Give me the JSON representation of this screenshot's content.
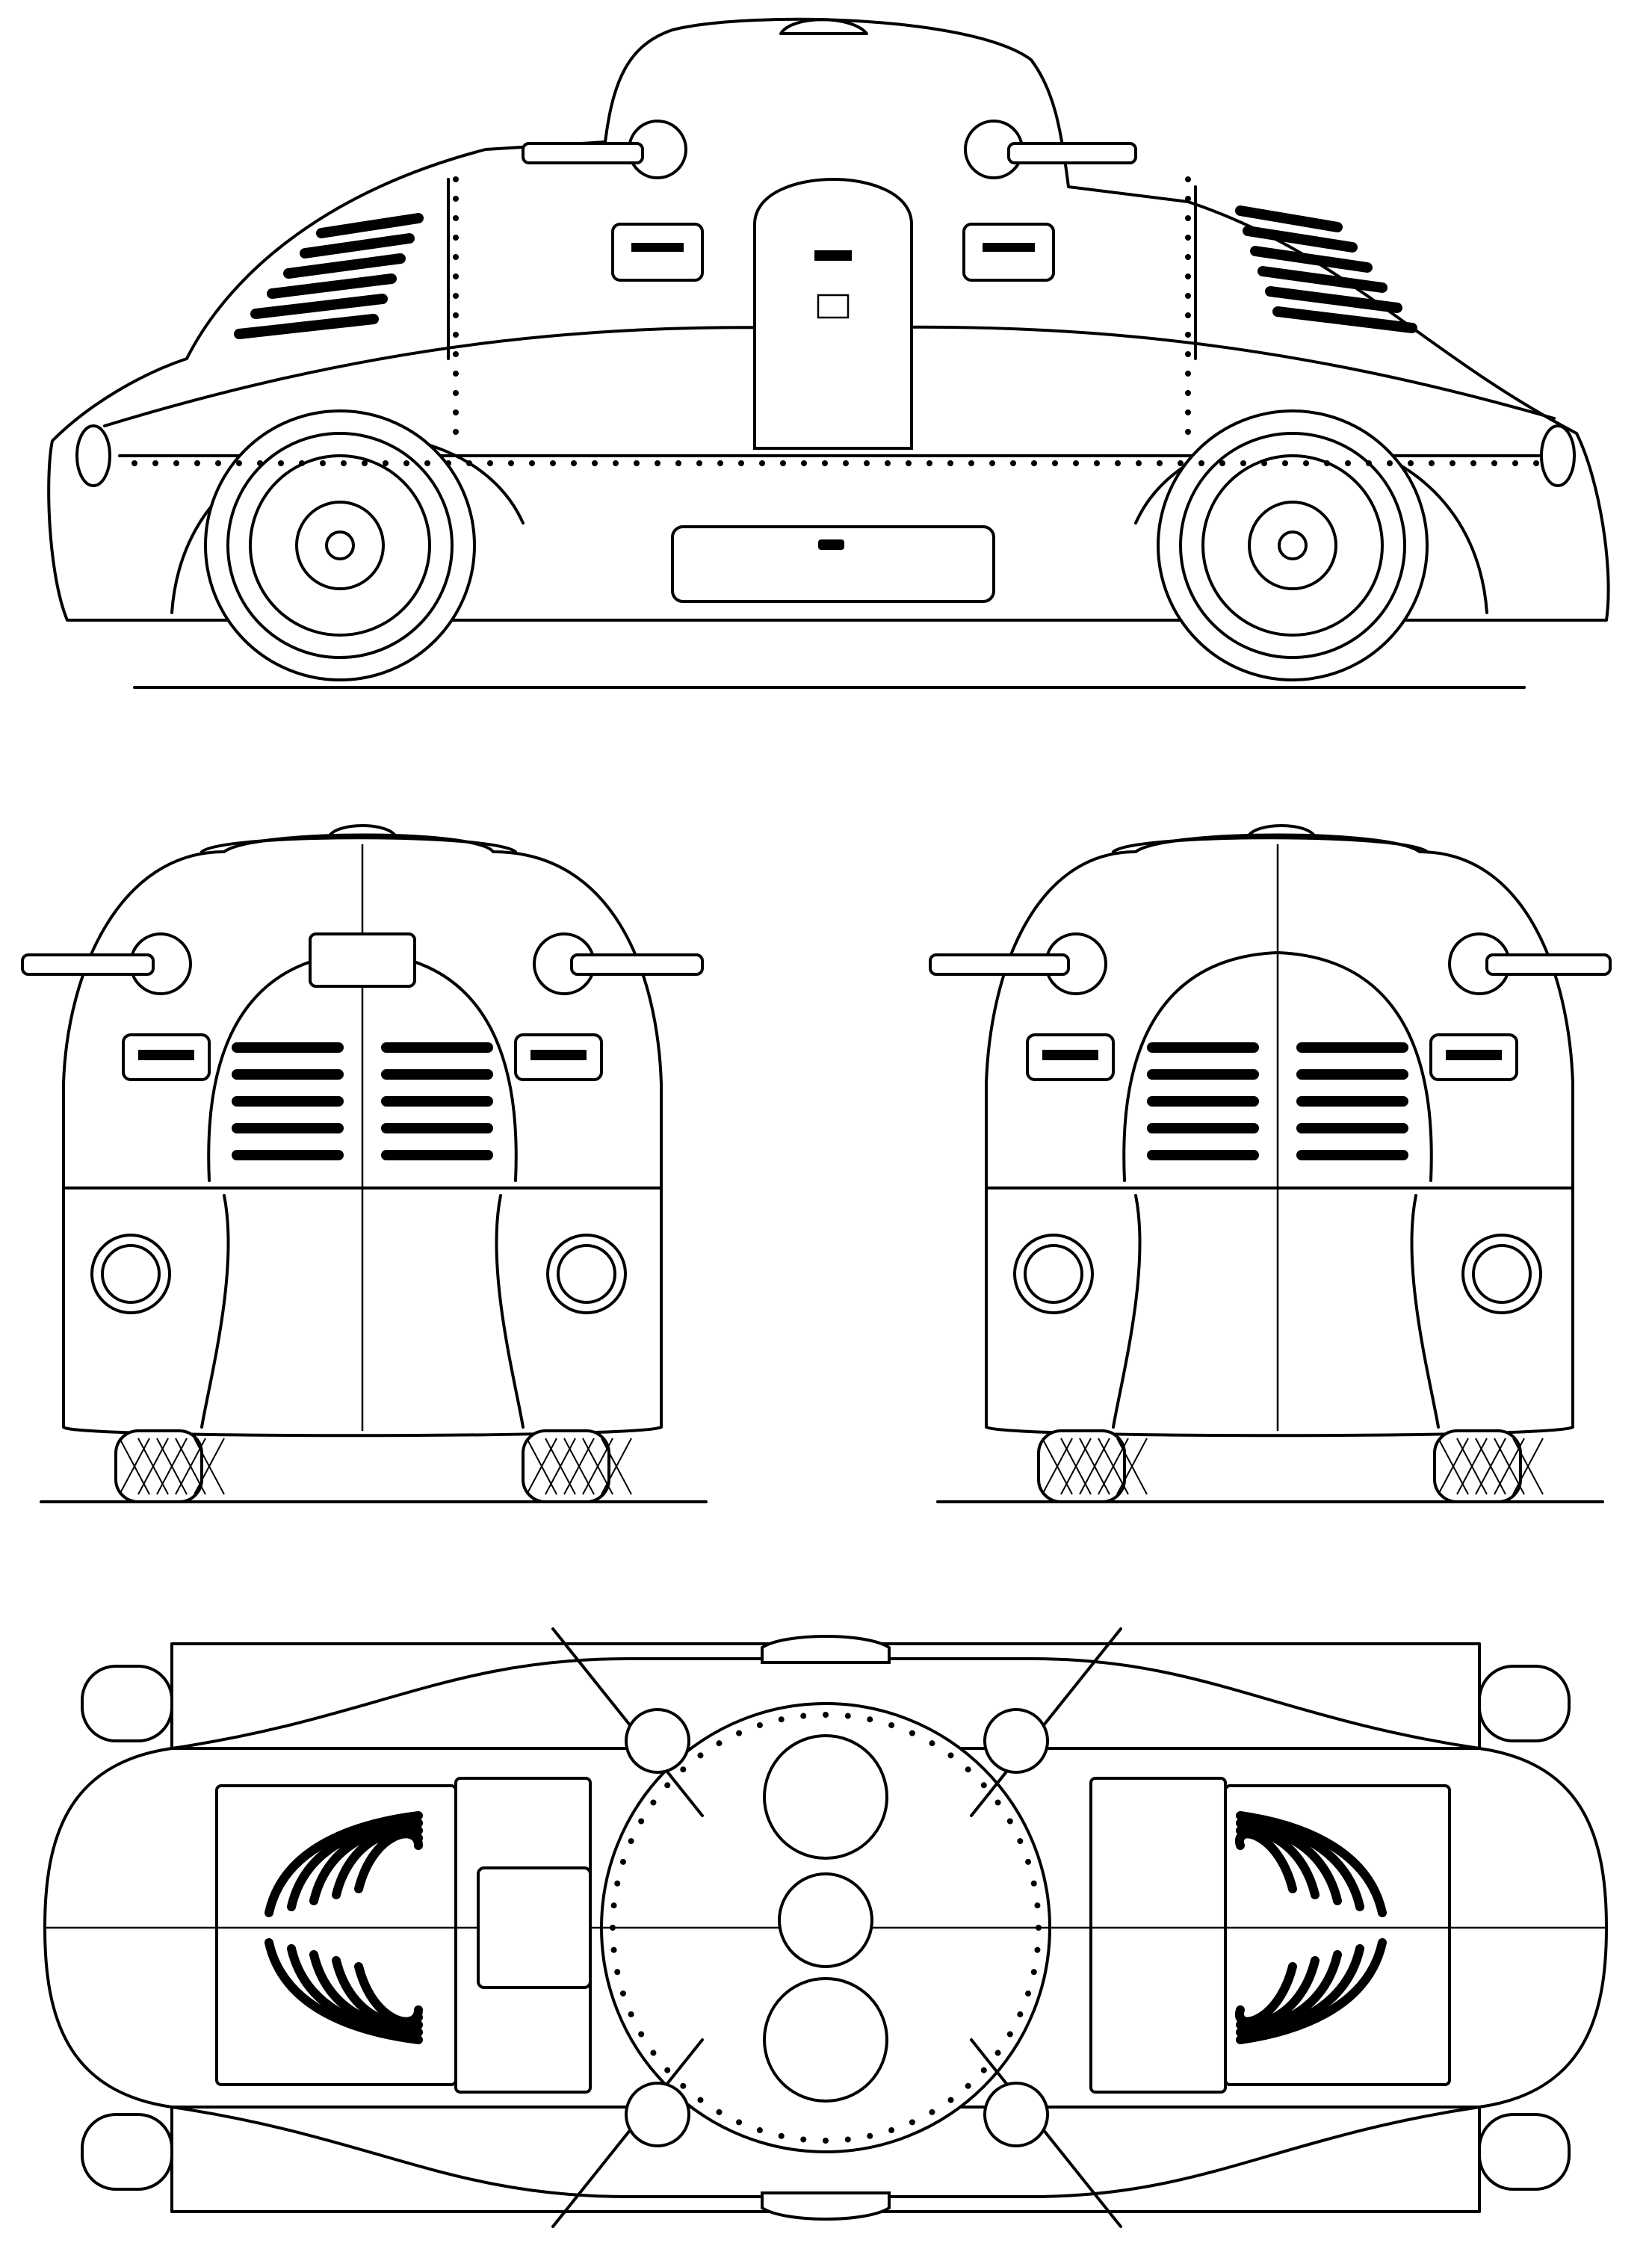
{
  "drawing": {
    "subject": "armoured car",
    "views": [
      {
        "id": "side",
        "view": "side-elevation"
      },
      {
        "id": "front",
        "view": "front-elevation"
      },
      {
        "id": "rear",
        "view": "rear-elevation"
      },
      {
        "id": "top",
        "view": "plan-view"
      }
    ],
    "colors": {
      "line": "#000000",
      "background": "#ffffff"
    }
  }
}
